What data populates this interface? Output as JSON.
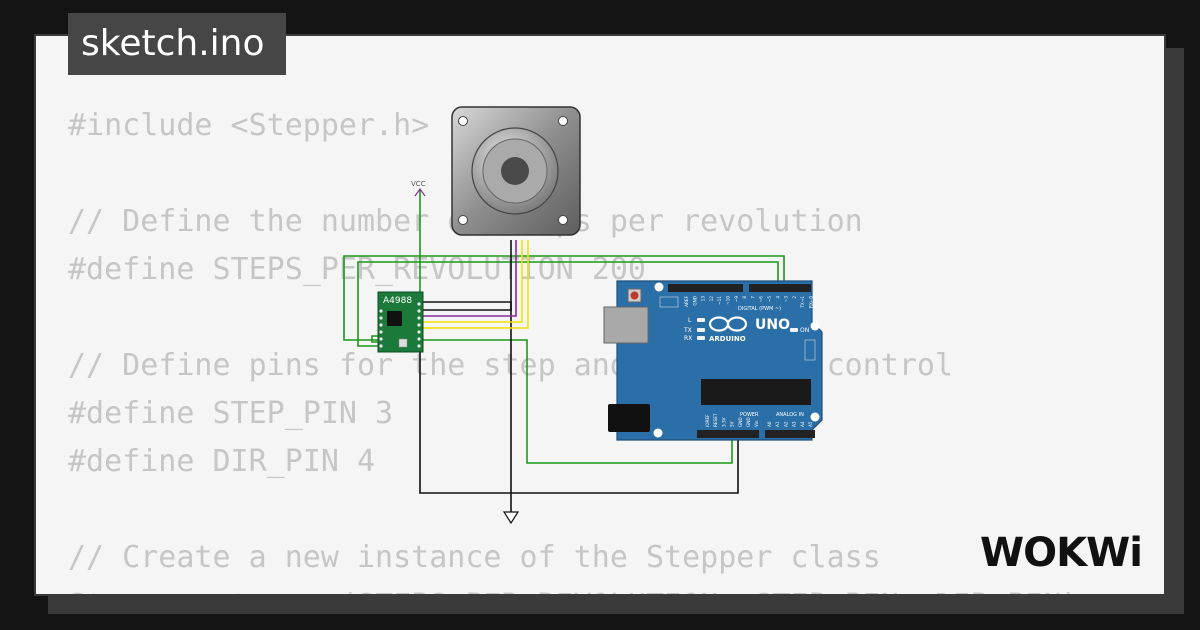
{
  "tab": {
    "filename": "sketch.ino"
  },
  "code": {
    "lines": [
      "#include <Stepper.h>",
      "",
      "// Define the number of steps per revolution",
      "#define STEPS_PER_REVOLUTION 200",
      "",
      "// Define pins for the step and direction control",
      "#define STEP_PIN 3",
      "#define DIR_PIN 4",
      "",
      "// Create a new instance of the Stepper class",
      "Stepper stepper(STEPS_PER_REVOLUTION, STEP_PIN, DIR_PIN);"
    ]
  },
  "circuit": {
    "vcc_label": "VCC",
    "driver_label": "A4988",
    "board_model": "UNO",
    "board_brand": "ARDUINO",
    "board_header_digital": "DIGITAL (PWM ~)",
    "board_header_power": "POWER",
    "board_header_analog": "ANALOG IN",
    "board_led_l": "L",
    "board_led_tx": "TX",
    "board_led_rx": "RX",
    "board_led_on": "ON",
    "digital_pins": [
      "AREF",
      "GND",
      "13",
      "12",
      "~11",
      "~10",
      "~9",
      "8",
      "7",
      "~6",
      "~5",
      "4",
      "~3",
      "2",
      "TX→1",
      "RX←0"
    ],
    "power_pins": [
      "IOREF",
      "RESET",
      "3.3V",
      "5V",
      "GND",
      "GND",
      "Vin"
    ],
    "analog_pins": [
      "A0",
      "A1",
      "A2",
      "A3",
      "A4",
      "A5"
    ]
  },
  "brand": {
    "logo_text": "WOKWi"
  },
  "colors": {
    "background": "#141414",
    "card": "#f5f5f5",
    "tab": "#464646",
    "code_text": "#c6c6c6",
    "arduino_blue": "#2a6fa8",
    "driver_green": "#1b7a3a",
    "wire_green": "#1a9a1a",
    "wire_black": "#111111",
    "wire_purple": "#8a2a9a",
    "wire_yellow": "#f2e200"
  }
}
